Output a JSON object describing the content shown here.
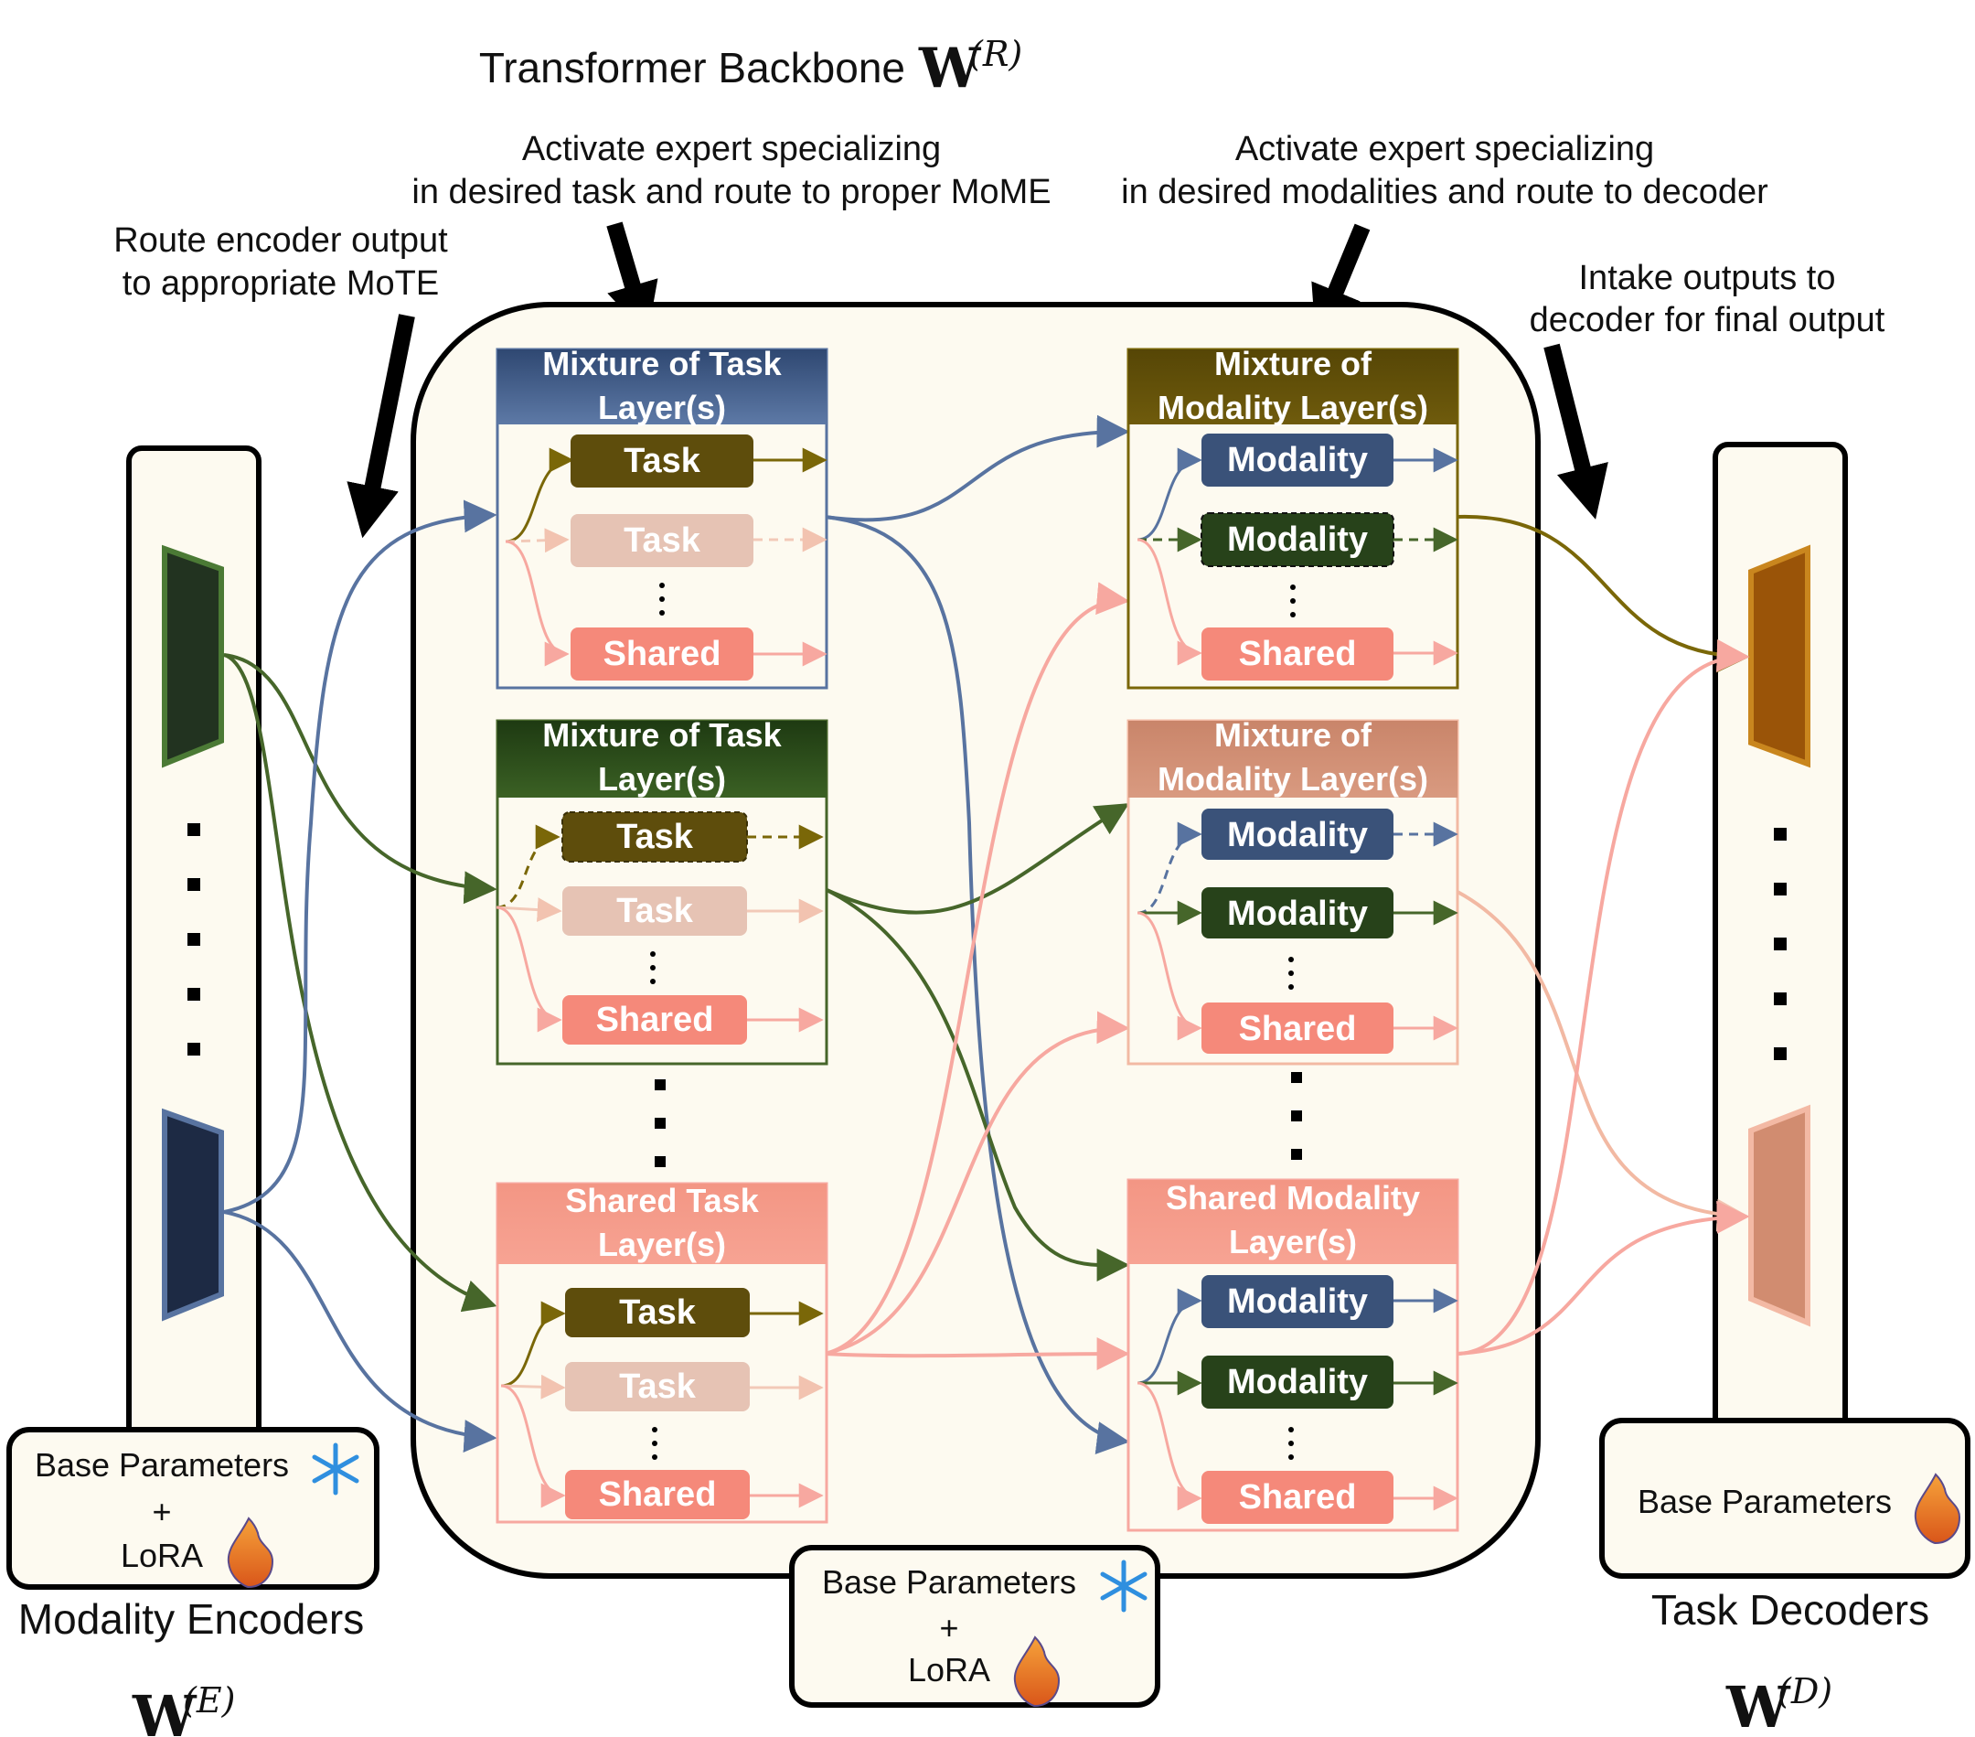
{
  "title": {
    "text": "Transformer Backbone",
    "math_base": "W",
    "math_sup": "(R)"
  },
  "annotations": {
    "route_encoder": [
      "Route encoder output",
      "to appropriate MoTE"
    ],
    "activate_task": [
      "Activate expert specializing",
      "in desired task and route to proper MoME"
    ],
    "activate_modality": [
      "Activate expert specializing",
      "in desired modalities and route to decoder"
    ],
    "intake_outputs": [
      "Intake outputs to",
      "decoder for final output"
    ]
  },
  "task_layers": [
    {
      "header": [
        "Mixture of Task",
        "Layer(s)"
      ],
      "color": "#3f5a85",
      "experts": [
        "Task",
        "Task",
        "Shared"
      ]
    },
    {
      "header": [
        "Mixture of Task",
        "Layer(s)"
      ],
      "color": "#2d4d1c",
      "experts": [
        "Task",
        "Task",
        "Shared"
      ]
    },
    {
      "header": [
        "Shared Task",
        "Layer(s)"
      ],
      "color": "#f79b8b",
      "experts": [
        "Task",
        "Task",
        "Shared"
      ]
    }
  ],
  "modality_layers": [
    {
      "header": [
        "Mixture of",
        "Modality Layer(s)"
      ],
      "color": "#5e4e0a",
      "experts": [
        "Modality",
        "Modality",
        "Shared"
      ]
    },
    {
      "header": [
        "Mixture of",
        "Modality Layer(s)"
      ],
      "color": "#cd8a6e",
      "experts": [
        "Modality",
        "Modality",
        "Shared"
      ]
    },
    {
      "header": [
        "Shared Modality",
        "Layer(s)"
      ],
      "color": "#f79b8b",
      "experts": [
        "Modality",
        "Modality",
        "Shared"
      ]
    }
  ],
  "encoders": {
    "params_line1": "Base Parameters",
    "params_plus": "+",
    "params_line2": "LoRA",
    "caption": "Modality Encoders",
    "math_base": "W",
    "math_sup": "(E)"
  },
  "backbone_params": {
    "line1": "Base Parameters",
    "plus": "+",
    "line2": "LoRA"
  },
  "decoders": {
    "params_line1": "Base Parameters",
    "caption": "Task Decoders",
    "math_base": "W",
    "math_sup": "(D)"
  },
  "colors": {
    "blue": "#5873a0",
    "green": "#46662a",
    "olive": "#7a6708",
    "pink": "#f7a8a0",
    "peach": "#f2b9a3",
    "panel_bg": "#fdfaf0",
    "task_dark": "#5e4d0c",
    "task_faded": "#e6c3b4",
    "shared_pink": "#f5897a",
    "mod_blue": "#3a5279",
    "mod_green": "#27421a"
  },
  "icons": [
    "snowflake-icon",
    "flame-icon",
    "arrow-down-icon"
  ]
}
